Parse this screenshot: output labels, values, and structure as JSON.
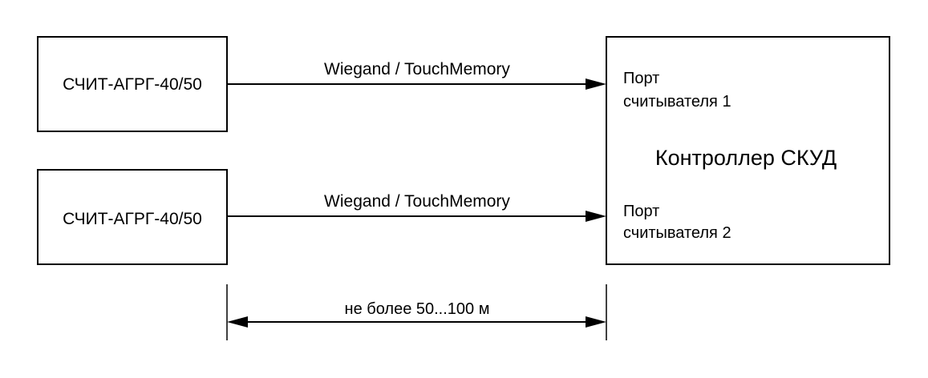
{
  "readers": [
    {
      "label": "СЧИТ-АГРГ-40/50"
    },
    {
      "label": "СЧИТ-АГРГ-40/50"
    }
  ],
  "links": [
    {
      "label": "Wiegand / TouchMemory"
    },
    {
      "label": "Wiegand / TouchMemory"
    }
  ],
  "controller": {
    "title": "Контроллер СКУД",
    "port1": {
      "line1": "Порт",
      "line2": "считывателя 1"
    },
    "port2": {
      "line1": "Порт",
      "line2": "считывателя 2"
    }
  },
  "distance": {
    "label": "не более 50...100 м"
  },
  "colors": {
    "stroke": "#000000",
    "background": "#ffffff"
  }
}
